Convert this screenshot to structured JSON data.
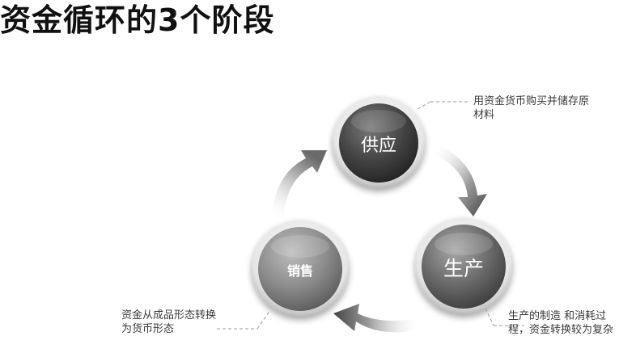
{
  "title": "资金循环的3个阶段",
  "stages": {
    "supply": {
      "label": "供应",
      "note": "用资金货币购买并储存原材料"
    },
    "production": {
      "label": "生产",
      "note": "生产的制造 和消耗过程，资金转换较为复杂"
    },
    "sales": {
      "label": "销售",
      "note": "资金从成品形态转换为货币形态"
    }
  },
  "colors": {
    "supply_node": "#4a4a4a",
    "production_node": "#6d6d6d",
    "sales_node": "#8a8a8a",
    "arrow": "#555555",
    "leader_line": "#9a9a9a"
  }
}
